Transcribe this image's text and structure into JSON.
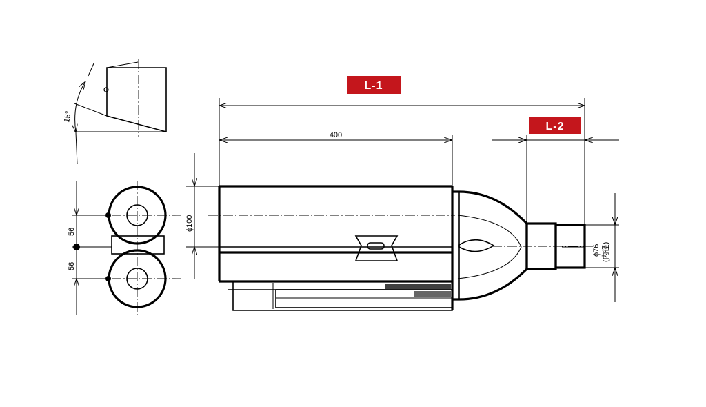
{
  "badges": {
    "l1": "L-1",
    "l2": "L-2"
  },
  "dimensions": {
    "body_length": "400",
    "body_diameter": "ϕ100",
    "pitch_upper": "56",
    "pitch_lower": "56",
    "tail_angle": "15°",
    "inlet_diameter": "ϕ76",
    "inlet_note": "(内径)"
  },
  "colors": {
    "badge_red": "#c4161c",
    "line": "#000000"
  }
}
